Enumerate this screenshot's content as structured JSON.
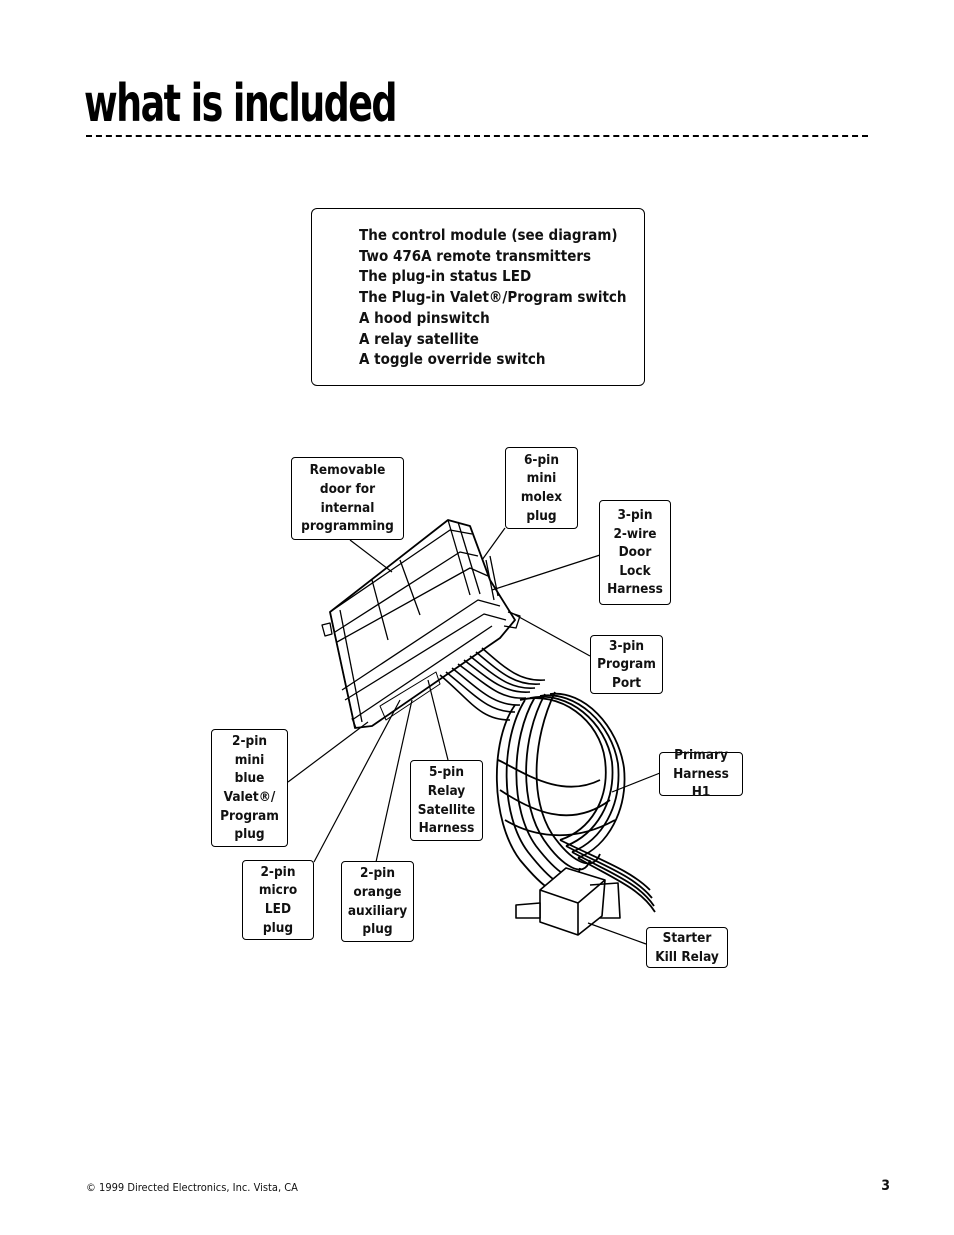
{
  "page_title": "what is included",
  "included_items": [
    "The control module (see diagram)",
    "Two 476A remote transmitters",
    "The plug-in status LED",
    "The Plug-in Valet®/Program switch",
    "A hood pinswitch",
    "A relay satellite",
    "A toggle override switch"
  ],
  "callouts": {
    "removable_door": "Removable\ndoor for\ninternal\nprogramming",
    "six_pin": "6-pin\nmini\nmolex\nplug",
    "door_lock": "3-pin\n2-wire\nDoor\nLock\nHarness",
    "program_port": "3-pin\nProgram\nPort",
    "primary_harness": "Primary\nHarness H1",
    "valet_plug": "2-pin\nmini\nblue\nValet®/\nProgram\nplug",
    "relay_satellite": "5-pin\nRelay\nSatellite\nHarness",
    "led_plug": "2-pin\nmicro\nLED\nplug",
    "aux_plug": "2-pin\norange\nauxiliary\nplug",
    "starter_kill": "Starter\nKill Relay"
  },
  "footer": {
    "copyright": "© 1999 Directed Electronics, Inc. Vista, CA",
    "page_number": "3"
  }
}
